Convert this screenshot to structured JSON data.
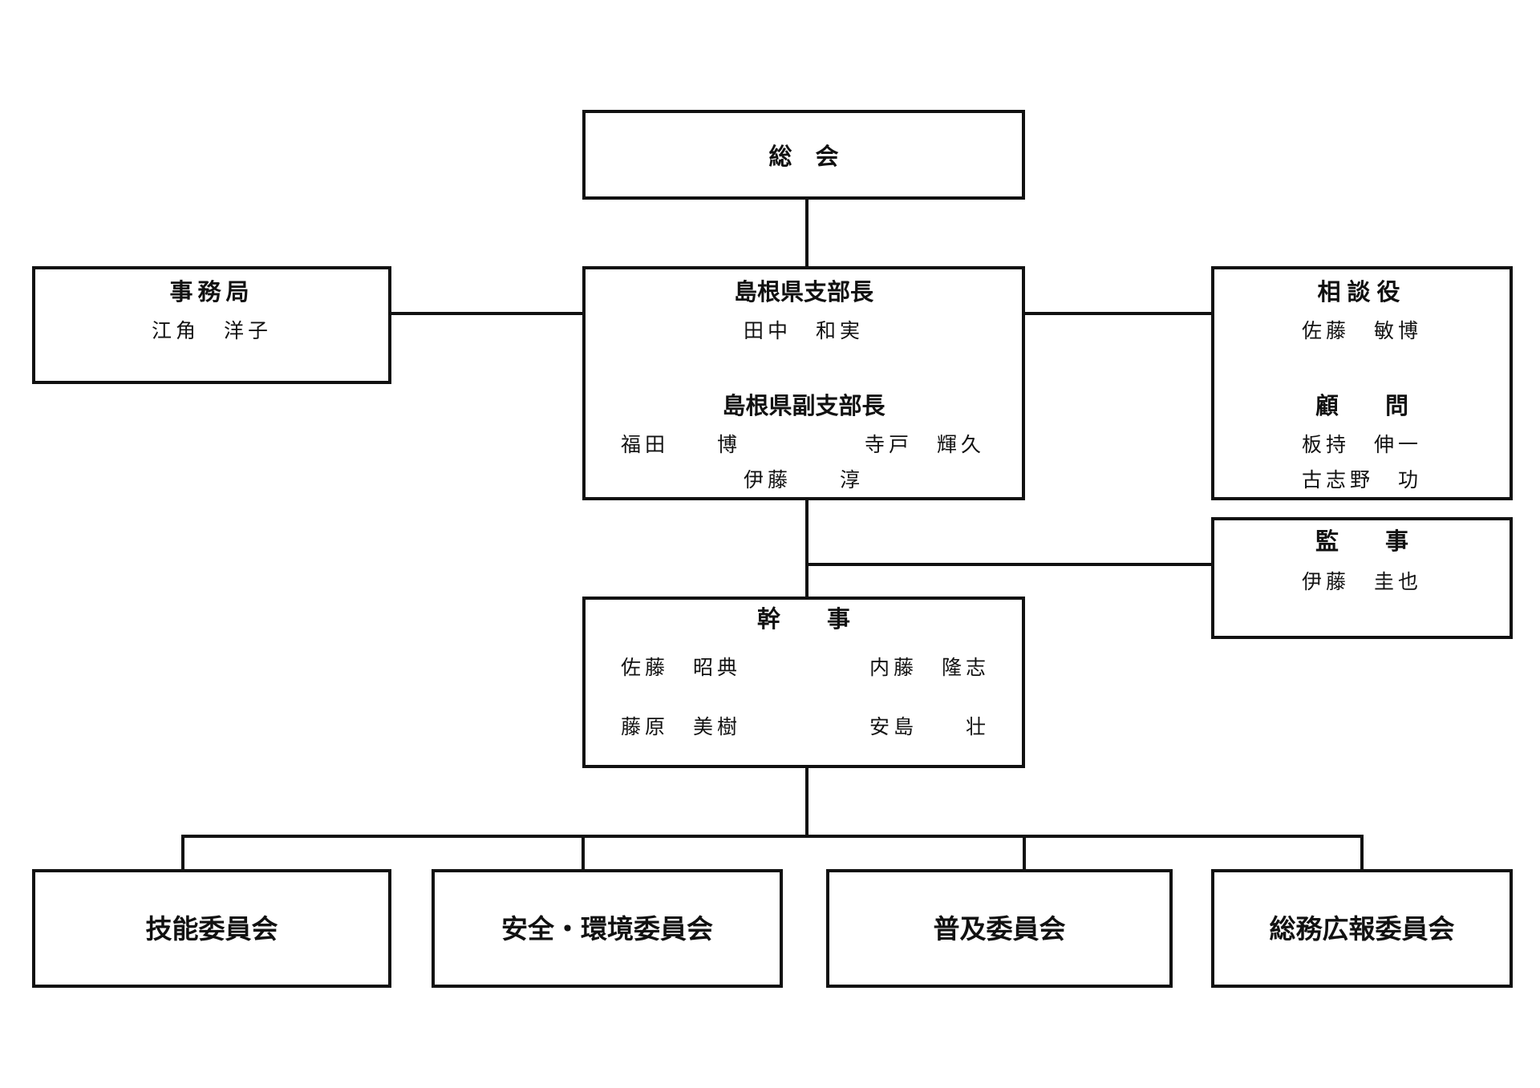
{
  "general_assembly": {
    "title": "総　会"
  },
  "branch_chief": {
    "title": "島根県支部長",
    "name": "田中　和実",
    "vice_title": "島根県副支部長",
    "vice_names": [
      "福田　　博",
      "寺戸　輝久",
      "伊藤　　淳"
    ]
  },
  "secretariat": {
    "title": "事務局",
    "name": "江角　洋子"
  },
  "counselor": {
    "title": "相談役",
    "name": "佐藤　敏博",
    "advisor_title": "顧　　問",
    "advisor_names": [
      "板持　伸一",
      "古志野　功"
    ]
  },
  "auditor": {
    "title": "監　　事",
    "name": "伊藤　圭也"
  },
  "directors": {
    "title": "幹　　事",
    "names": [
      "佐藤　昭典",
      "内藤　隆志",
      "藤原　美樹",
      "安島　　壮"
    ]
  },
  "committees": [
    {
      "label": "技能委員会"
    },
    {
      "label": "安全・環境委員会"
    },
    {
      "label": "普及委員会"
    },
    {
      "label": "総務広報委員会"
    }
  ]
}
